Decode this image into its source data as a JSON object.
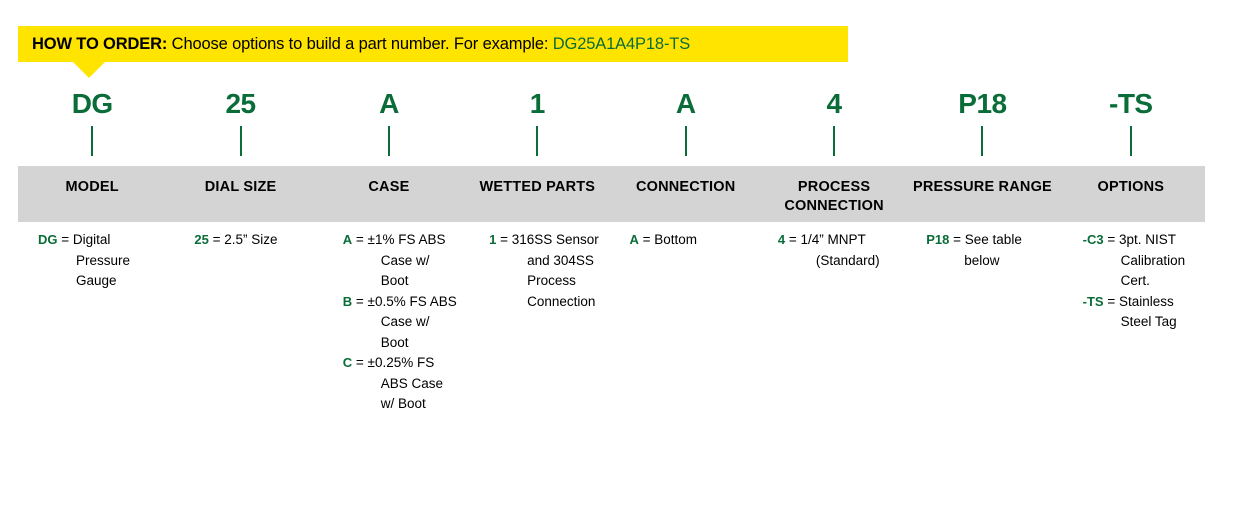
{
  "banner": {
    "label": "HOW TO ORDER:",
    "instruction": " Choose options to build a part number. For example: ",
    "example": "DG25A1A4P18-TS",
    "background_color": "#ffe400",
    "example_color": "#0a6c38"
  },
  "accent_color": "#0a6c38",
  "header_band_color": "#d4d4d4",
  "part_number_segments": [
    {
      "code": "DG"
    },
    {
      "code": "25"
    },
    {
      "code": "A"
    },
    {
      "code": "1"
    },
    {
      "code": "A"
    },
    {
      "code": "4"
    },
    {
      "code": "P18"
    },
    {
      "code": "-TS"
    }
  ],
  "columns": [
    {
      "header": "MODEL",
      "options": [
        {
          "code": "DG",
          "eq": " = ",
          "desc": "Digital Pressure Gauge"
        }
      ]
    },
    {
      "header": "DIAL SIZE",
      "options": [
        {
          "code": "25",
          "eq": " = ",
          "desc": "2.5” Size"
        }
      ]
    },
    {
      "header": "CASE",
      "options": [
        {
          "code": "A",
          "eq": " = ",
          "desc": "±1% FS ABS Case w/ Boot"
        },
        {
          "code": "B",
          "eq": " = ",
          "desc": "±0.5% FS ABS Case w/ Boot"
        },
        {
          "code": "C",
          "eq": " = ",
          "desc": "±0.25% FS ABS Case w/ Boot"
        }
      ]
    },
    {
      "header": "WETTED PARTS",
      "options": [
        {
          "code": "1",
          "eq": " = ",
          "desc": "316SS Sensor and 304SS Process Connection"
        }
      ]
    },
    {
      "header": "CONNECTION",
      "options": [
        {
          "code": "A",
          "eq": " = ",
          "desc": "Bottom"
        }
      ]
    },
    {
      "header": "PROCESS CONNECTION",
      "options": [
        {
          "code": "4",
          "eq": " = ",
          "desc": "1/4” MNPT (Standard)"
        }
      ]
    },
    {
      "header": "PRESSURE RANGE",
      "options": [
        {
          "code": "P18",
          "eq": " = ",
          "desc": "See table below"
        }
      ]
    },
    {
      "header": "OPTIONS",
      "options": [
        {
          "code": "-C3",
          "eq": " = ",
          "desc": "3pt. NIST Calibration Cert."
        },
        {
          "code": "-TS",
          "eq": " = ",
          "desc": "Stainless Steel Tag"
        }
      ]
    }
  ]
}
